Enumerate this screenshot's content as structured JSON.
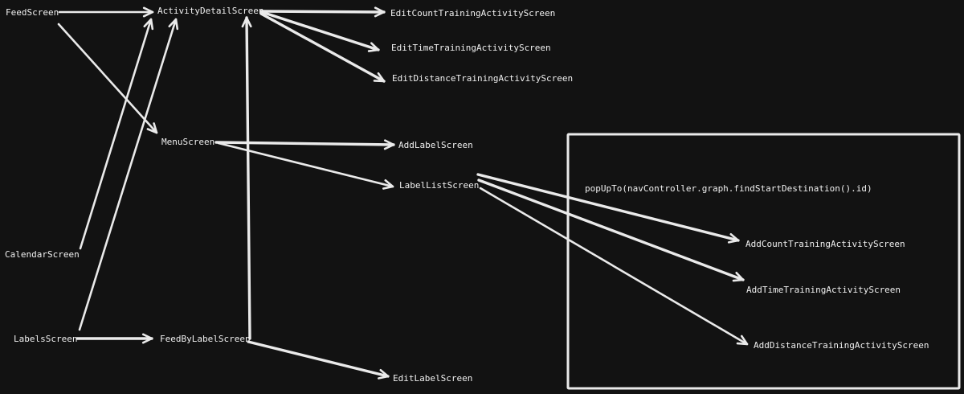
{
  "diagram": {
    "nodes": {
      "feed": "FeedScreen",
      "activity_detail": "ActivityDetailScreen",
      "edit_count": "EditCountTrainingActivityScreen",
      "edit_time": "EditTimeTrainingActivityScreen",
      "edit_distance": "EditDistanceTrainingActivityScreen",
      "menu": "MenuScreen",
      "add_label": "AddLabelScreen",
      "label_list": "LabelListScreen",
      "calendar": "CalendarScreen",
      "labels": "LabelsScreen",
      "feed_by_label": "FeedByLabelScreen",
      "edit_label": "EditLabelScreen",
      "add_count": "AddCountTrainingActivityScreen",
      "add_time": "AddTimeTrainingActivityScreen",
      "add_distance": "AddDistanceTrainingActivityScreen"
    },
    "group_note": "popUpTo(navController.graph.findStartDestination().id)",
    "edges": [
      {
        "from": "FeedScreen",
        "to": "ActivityDetailScreen"
      },
      {
        "from": "FeedScreen",
        "to": "MenuScreen"
      },
      {
        "from": "ActivityDetailScreen",
        "to": "EditCountTrainingActivityScreen"
      },
      {
        "from": "ActivityDetailScreen",
        "to": "EditTimeTrainingActivityScreen"
      },
      {
        "from": "ActivityDetailScreen",
        "to": "EditDistanceTrainingActivityScreen"
      },
      {
        "from": "MenuScreen",
        "to": "AddLabelScreen"
      },
      {
        "from": "MenuScreen",
        "to": "LabelListScreen"
      },
      {
        "from": "CalendarScreen",
        "to": "ActivityDetailScreen"
      },
      {
        "from": "LabelsScreen",
        "to": "ActivityDetailScreen"
      },
      {
        "from": "LabelsScreen",
        "to": "FeedByLabelScreen"
      },
      {
        "from": "FeedByLabelScreen",
        "to": "ActivityDetailScreen"
      },
      {
        "from": "FeedByLabelScreen",
        "to": "EditLabelScreen"
      },
      {
        "from": "LabelListScreen",
        "to": "AddCountTrainingActivityScreen"
      },
      {
        "from": "LabelListScreen",
        "to": "AddTimeTrainingActivityScreen"
      },
      {
        "from": "LabelListScreen",
        "to": "AddDistanceTrainingActivityScreen"
      }
    ]
  }
}
